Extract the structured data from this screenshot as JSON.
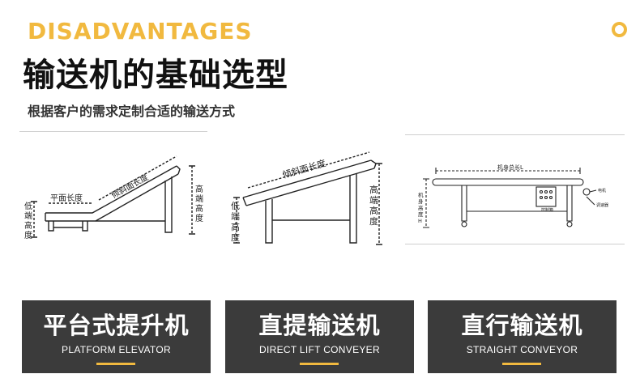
{
  "header": {
    "eyebrow": "DISADVANTAGES",
    "title": "输送机的基础选型",
    "subtitle": "根据客户的需求定制合适的输送方式",
    "icon": "ring-icon"
  },
  "diagrams": {
    "platform": {
      "label_slope": "倾斜面长度",
      "label_flat": "平面长度",
      "label_low": [
        "低",
        "端",
        "高",
        "度"
      ],
      "label_high": [
        "高",
        "端",
        "高",
        "度"
      ]
    },
    "direct": {
      "label_slope": "倾斜面长度",
      "label_low": [
        "低",
        "端",
        "高",
        "度"
      ],
      "label_high": [
        "高",
        "端",
        "高",
        "度"
      ]
    },
    "straight": {
      "label_length": "机身总长L",
      "label_height": [
        "机",
        "身",
        "高",
        "度",
        "H"
      ],
      "label_motor": "电机",
      "label_control": "控制箱",
      "label_adjust": "调速器"
    }
  },
  "cards": [
    {
      "cn": "平台式提升机",
      "en": "PLATFORM ELEVATOR"
    },
    {
      "cn": "直提输送机",
      "en": "DIRECT LIFT CONVEYER"
    },
    {
      "cn": "直行输送机",
      "en": "STRAIGHT CONVEYOR"
    }
  ],
  "colors": {
    "accent": "#f1b93f",
    "card_bg": "#3b3b3b"
  }
}
